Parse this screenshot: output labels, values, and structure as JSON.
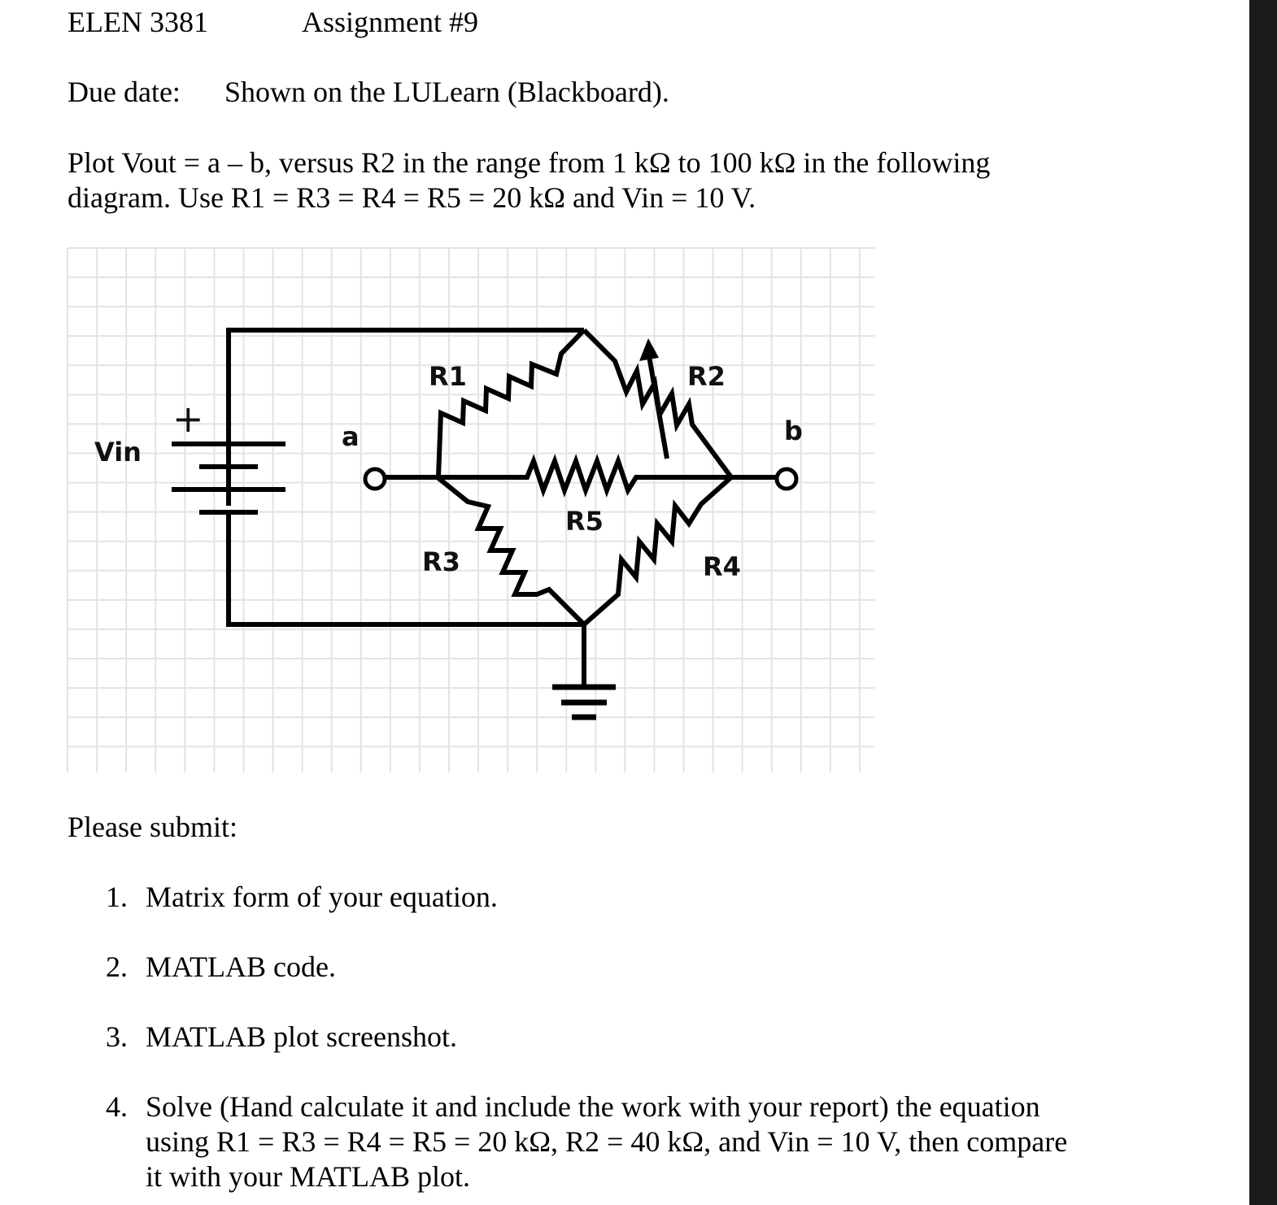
{
  "header": {
    "course": "ELEN 3381",
    "assignment": "Assignment #9"
  },
  "due": {
    "label": "Due date:",
    "value": "Shown on the LULearn (Blackboard)."
  },
  "problem": {
    "line1": "Plot Vout = a – b, versus R2 in the range from 1 kΩ to 100 kΩ in the following",
    "line2": "diagram. Use R1 = R3 = R4 = R5 = 20 kΩ and Vin = 10 V."
  },
  "circuit": {
    "labels": {
      "vin": "Vin",
      "plus": "+",
      "node_a": "a",
      "node_b": "b",
      "r1": "R1",
      "r2": "R2",
      "r3": "R3",
      "r4": "R4",
      "r5": "R5"
    },
    "colors": {
      "grid": "#e3e3e3",
      "wire": "#000000"
    }
  },
  "submit": {
    "heading": "Please submit:",
    "items": [
      {
        "num": "1.",
        "lines": [
          "Matrix form of your equation."
        ]
      },
      {
        "num": "2.",
        "lines": [
          "MATLAB  code."
        ]
      },
      {
        "num": "3.",
        "lines": [
          "MATLAB plot screenshot."
        ]
      },
      {
        "num": "4.",
        "lines": [
          "Solve (Hand calculate it and include the work with your report)  the equation",
          "using  R1 = R3 = R4 = R5 = 20 kΩ, R2 = 40 kΩ, and Vin = 10 V, then compare",
          "it with your MATLAB plot."
        ]
      }
    ]
  }
}
